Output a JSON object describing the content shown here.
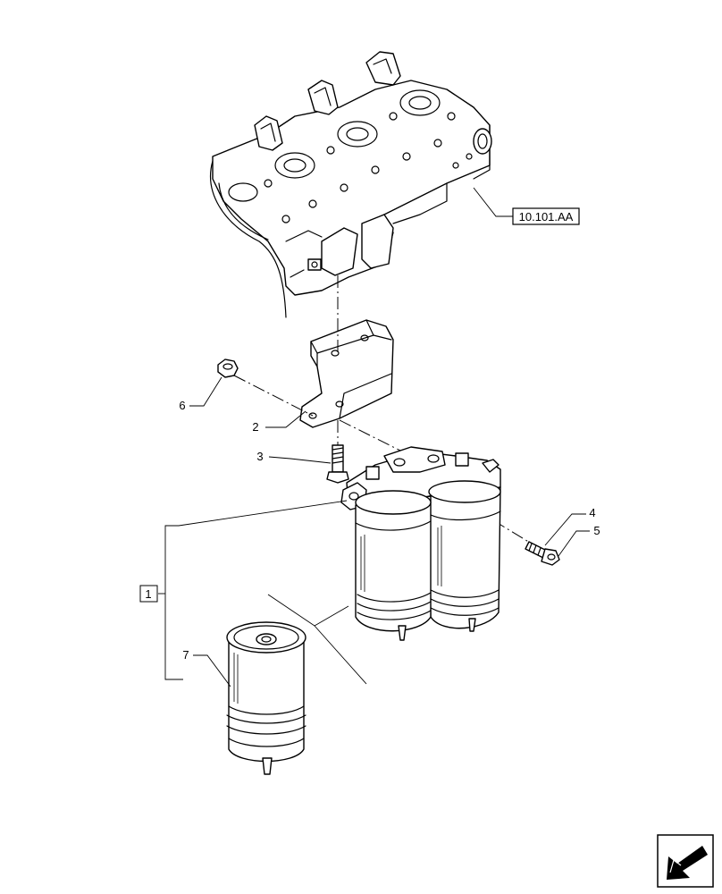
{
  "callouts": {
    "c1": "1",
    "c2": "2",
    "c3": "3",
    "c4": "4",
    "c5": "5",
    "c6": "6",
    "c7": "7"
  },
  "reference": {
    "cylinder_head": "10.101.AA"
  },
  "icons": {
    "nav": "arrow-back-icon"
  }
}
